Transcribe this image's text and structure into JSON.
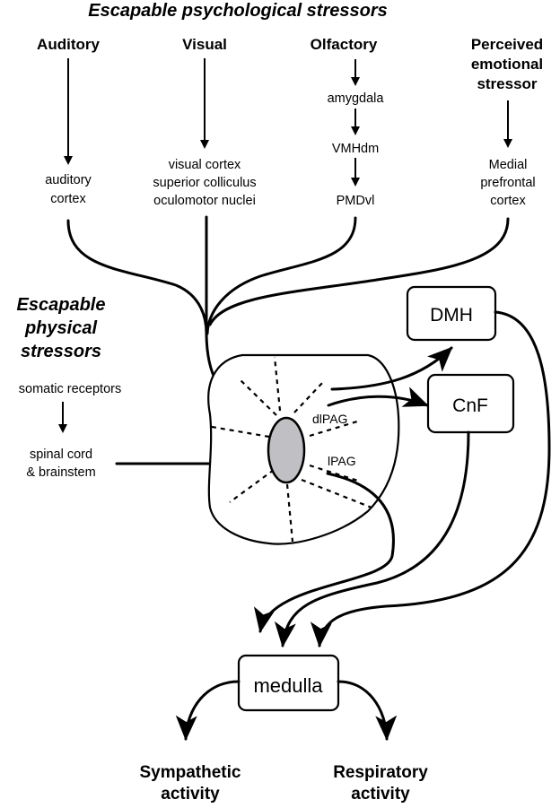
{
  "title": "Escapable psychological stressors",
  "inputs": {
    "auditory": "Auditory",
    "visual": "Visual",
    "olfactory": "Olfactory",
    "perceived": [
      "Perceived",
      "emotional",
      "stressor"
    ]
  },
  "relays": {
    "auditory_cortex": [
      "auditory",
      "cortex"
    ],
    "visual_targets": [
      "visual cortex",
      "superior colliculus",
      "oculomotor nuclei"
    ],
    "amygdala": "amygdala",
    "vmhdm": "VMHdm",
    "pmdvl": "PMDvl",
    "mpfc": [
      "Medial",
      "prefrontal",
      "cortex"
    ]
  },
  "physical": {
    "title": [
      "Escapable",
      "physical",
      "stressors"
    ],
    "somatic": "somatic receptors",
    "spinal": [
      "spinal cord",
      "& brainstem"
    ]
  },
  "pag": {
    "dlpag": "dlPAG",
    "lpag": "lPAG"
  },
  "nodes": {
    "dmh": "DMH",
    "cnf": "CnF",
    "medulla": "medulla"
  },
  "outputs": {
    "sympathetic": [
      "Sympathetic",
      "activity"
    ],
    "respiratory": [
      "Respiratory",
      "activity"
    ]
  }
}
